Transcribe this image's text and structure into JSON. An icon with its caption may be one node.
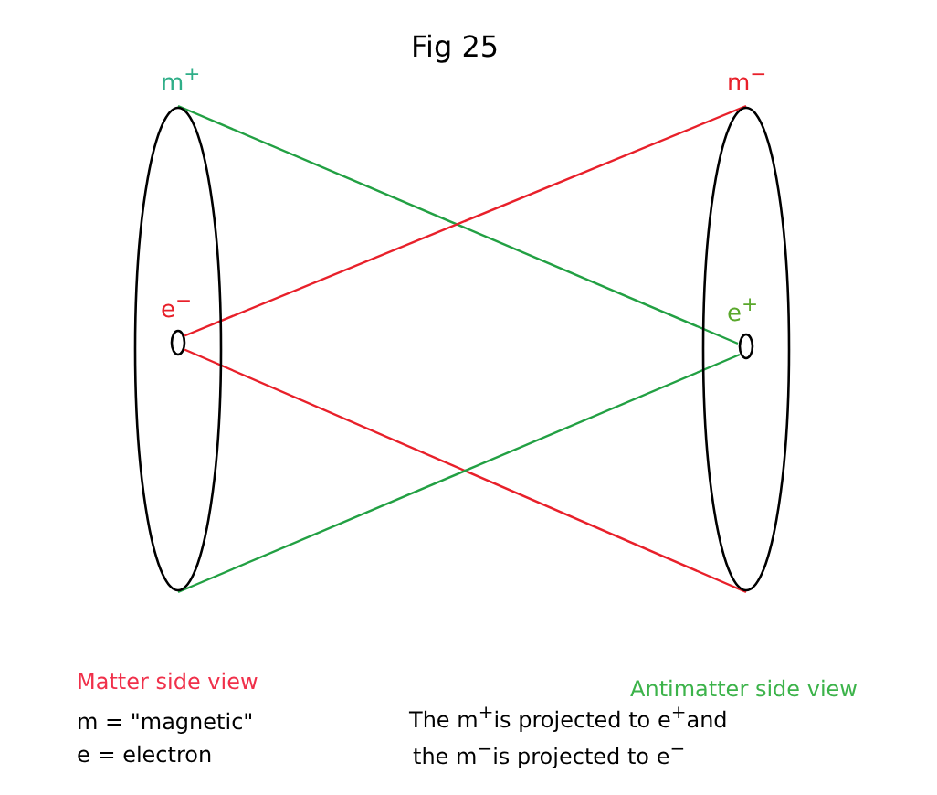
{
  "diagram": {
    "title": "Fig 25",
    "nodes": [
      {
        "text": [],
        "shape": "ellipse",
        "beside": [
          "m$^{+}$"
        ]
      },
      {
        "text": [],
        "shape": "ellipse",
        "in": 0,
        "beside": [
          "e$^{−}$"
        ]
      },
      {
        "text": [],
        "shape": "ellipse",
        "beside": [
          "m$^{−}$"
        ]
      },
      {
        "text": [],
        "shape": "ellipse",
        "in": 2,
        "beside": [
          "e$^{+}$"
        ]
      }
    ],
    "edges": [
      {
        "from": 0,
        "to": 3,
        "arrow": "none",
        "color": "#22a043"
      },
      {
        "from": 1,
        "to": 2,
        "arrow": "none",
        "color": "#e8202a"
      },
      {
        "from": 1,
        "to": 2,
        "arrow": "none",
        "color": "#e8202a"
      },
      {
        "from": 0,
        "to": 3,
        "arrow": "none",
        "color": "#22a043"
      }
    ],
    "labels": [
      "Matter side view",
      "m = \"magnetic\"",
      "e = electron",
      "Antimatter side view",
      "The m$^{+}$is projected to e$^{+}$and",
      "the m$^{−}$is projected to e$^{−}$"
    ]
  }
}
